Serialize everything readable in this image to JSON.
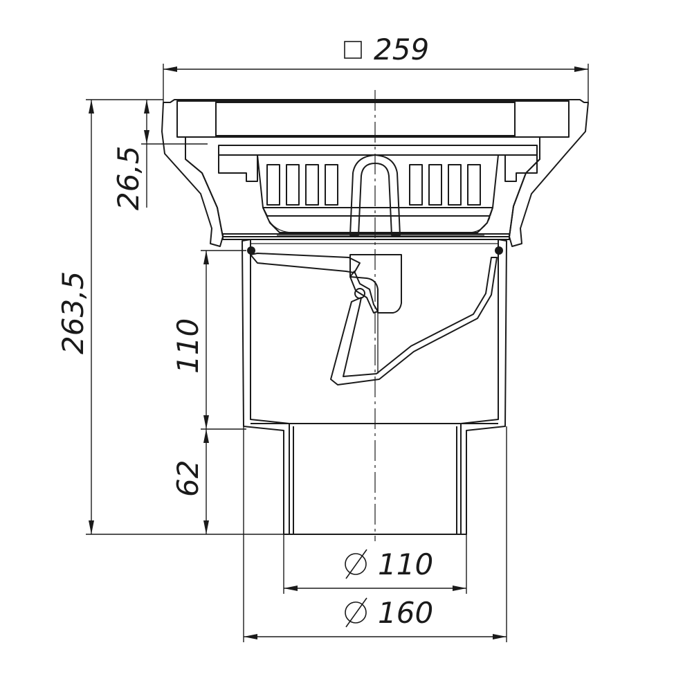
{
  "dimensions": {
    "grate_width": "259",
    "total_height": "263,5",
    "grate_depth": "26,5",
    "body_height": "110",
    "spigot_height": "62",
    "outlet_diameter": "110",
    "body_diameter": "160"
  },
  "symbols": {
    "square": "□",
    "diameter": "⌀"
  },
  "colors": {
    "line": "#1a1a1a",
    "background": "#ffffff"
  }
}
